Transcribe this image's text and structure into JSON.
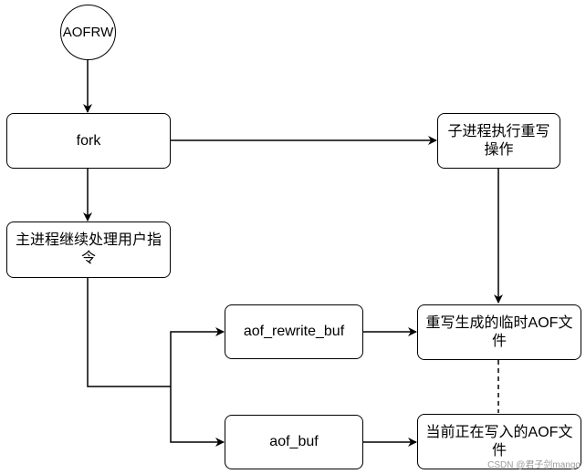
{
  "nodes": {
    "start": "AOFRW",
    "fork": "fork",
    "child": "子进程执行重写操作",
    "main": "主进程继续处理用户指令",
    "rewrite_buf": "aof_rewrite_buf",
    "aof_buf": "aof_buf",
    "temp_file": "重写生成的临时AOF文件",
    "current_file": "当前正在写入的AOF文件"
  },
  "watermark": "CSDN @君子剑mango"
}
